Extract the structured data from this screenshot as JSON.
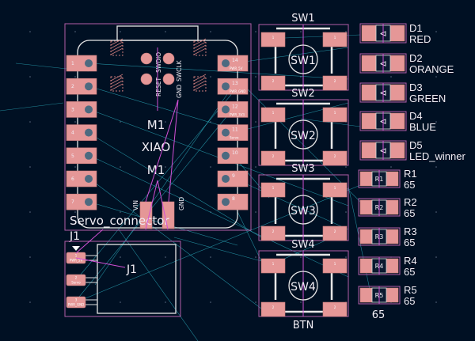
{
  "colors": {
    "background": "#001023",
    "pad": "#e59797",
    "courtyard": "#b35ea8",
    "silkscreen": "#e6e6e6",
    "ratsnest": "#2aa7b8",
    "net": "#d24fd6"
  },
  "xiao": {
    "reference_top": "M1",
    "value": "XIAO",
    "reference_bottom": "M1",
    "pin_labels": [
      "RESET",
      "SWDIO",
      "GND",
      "SWCLK",
      "VIN",
      "GND"
    ],
    "left_pins": [
      "1",
      "2",
      "3",
      "4",
      "5",
      "6",
      "7"
    ],
    "right_pins": [
      "14",
      "13",
      "12",
      "11",
      "10",
      "9",
      "8"
    ],
    "right_nets": [
      "PWR_5V",
      "PWR_GND",
      "PWR_3V3",
      "Servo",
      "",
      "",
      ""
    ],
    "footprint_label": "Servo_connector"
  },
  "j1": {
    "reference": "J1",
    "inner_label": "J1",
    "pins": [
      "1",
      "2",
      "3"
    ],
    "nets": [
      "PWR_5V",
      "Servo",
      "PWR_GND"
    ]
  },
  "switches": [
    {
      "reference": "SW1",
      "center_label": "SW1",
      "top_label": "SW1"
    },
    {
      "reference": "SW2",
      "center_label": "SW2",
      "top_label": "SW2"
    },
    {
      "reference": "SW3",
      "center_label": "SW3",
      "top_label": "SW3"
    },
    {
      "reference": "SW4",
      "center_label": "SW4",
      "top_label": "SW4"
    }
  ],
  "switch_value": "BTN",
  "leds": [
    {
      "reference": "D1",
      "value": "RED"
    },
    {
      "reference": "D2",
      "value": "ORANGE"
    },
    {
      "reference": "D3",
      "value": "GREEN"
    },
    {
      "reference": "D4",
      "value": "BLUE"
    },
    {
      "reference": "D5",
      "value": "LED_winner"
    }
  ],
  "resistors": [
    {
      "reference": "R1",
      "value": "65"
    },
    {
      "reference": "R2",
      "value": "65"
    },
    {
      "reference": "R3",
      "value": "65"
    },
    {
      "reference": "R4",
      "value": "65"
    },
    {
      "reference": "R5",
      "value": "65"
    }
  ],
  "resistor_value": "65"
}
